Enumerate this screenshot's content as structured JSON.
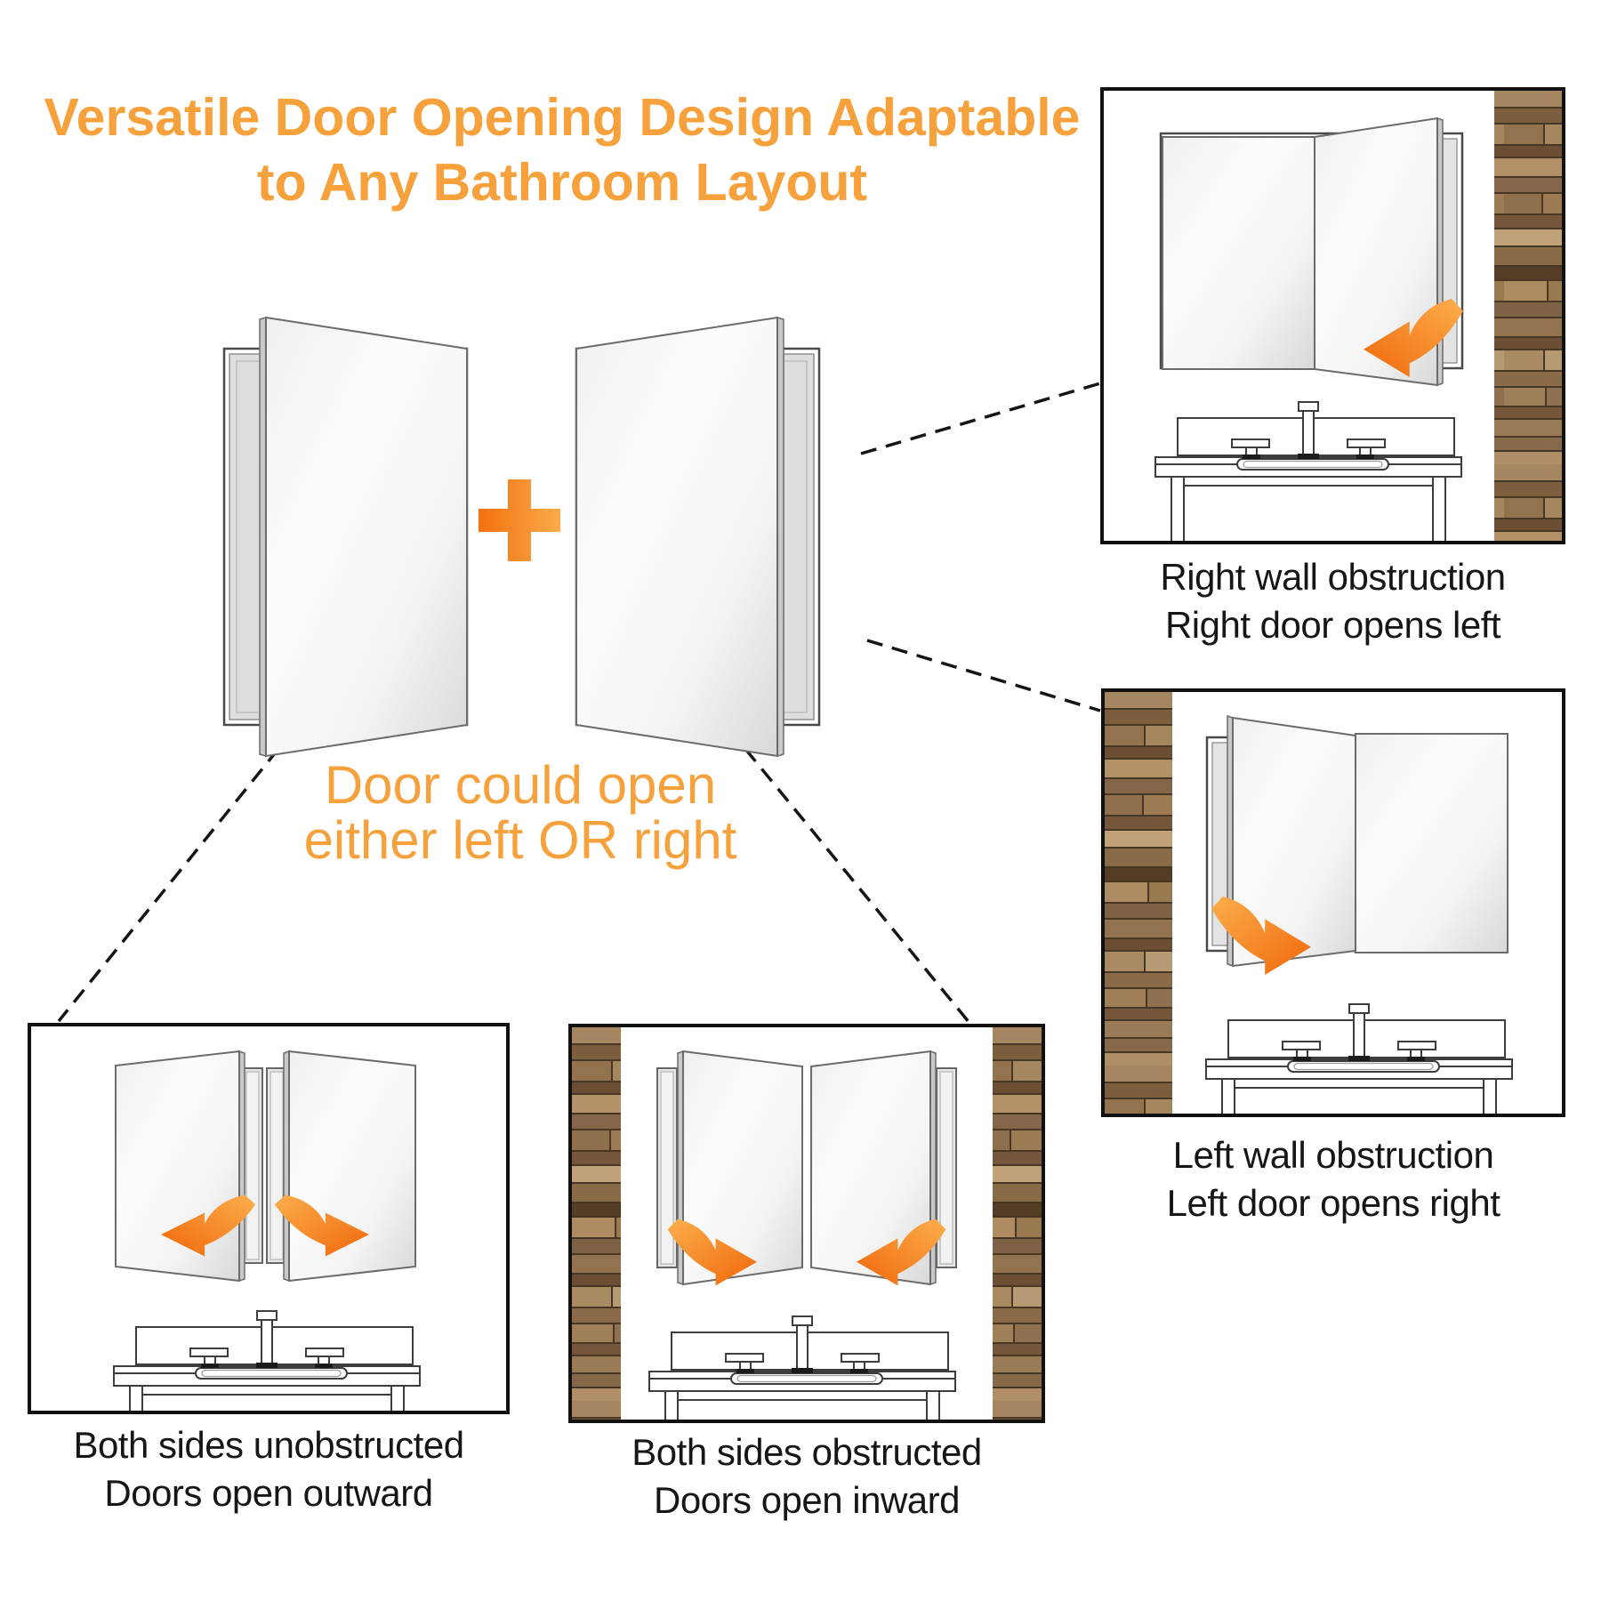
{
  "title": {
    "line1": "Versatile Door Opening Design Adaptable",
    "line2": "to Any Bathroom Layout"
  },
  "center_caption": {
    "line1": "Door could open",
    "line2": "either left OR right"
  },
  "panels": {
    "right_wall": {
      "line1": "Right wall obstruction",
      "line2": "Right door opens left"
    },
    "left_wall": {
      "line1": "Left wall obstruction",
      "line2": "Left door opens right"
    },
    "unobstructed": {
      "line1": "Both sides unobstructed",
      "line2": "Doors open outward"
    },
    "obstructed": {
      "line1": "Both sides obstructed",
      "line2": "Doors open inward"
    }
  },
  "colors": {
    "accent_orange": "#F7A13C",
    "arrow_orange_dark": "#F1680A",
    "arrow_orange_light": "#FBAE4C",
    "panel_border": "#111111",
    "text": "#161616"
  }
}
